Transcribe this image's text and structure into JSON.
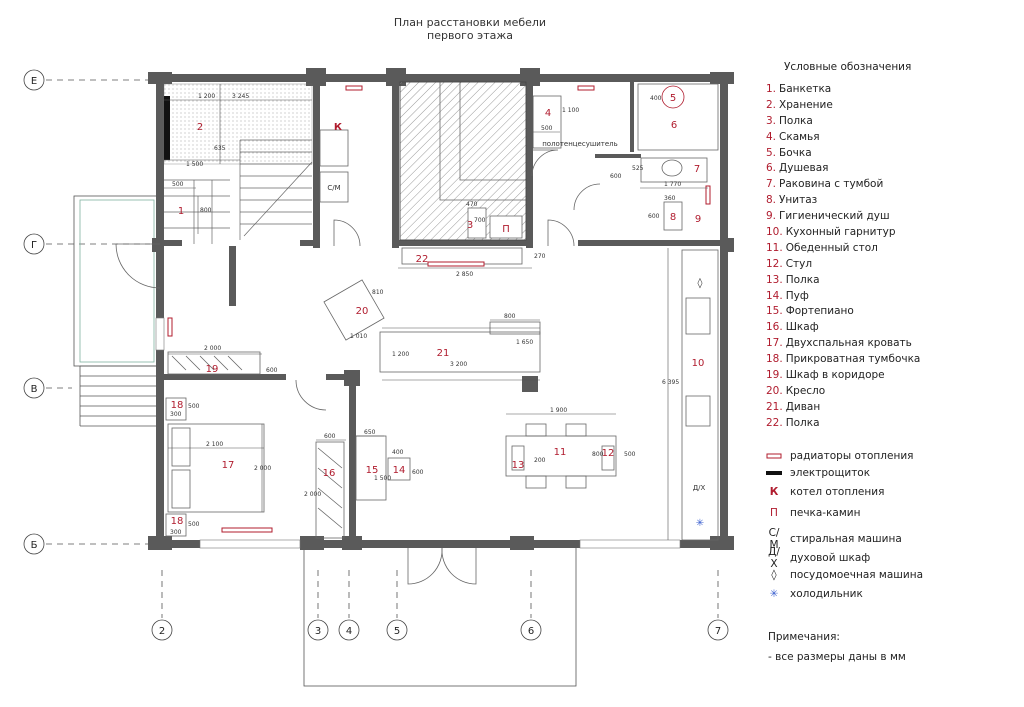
{
  "title": {
    "line1": "План расстановки мебели",
    "line2": "первого этажа"
  },
  "legend": {
    "heading": "Условные обозначения",
    "items": [
      {
        "n": "1.",
        "label": "Банкетка"
      },
      {
        "n": "2.",
        "label": "Хранение"
      },
      {
        "n": "3.",
        "label": "Полка"
      },
      {
        "n": "4.",
        "label": "Скамья"
      },
      {
        "n": "5.",
        "label": "Бочка"
      },
      {
        "n": "6.",
        "label": "Душевая"
      },
      {
        "n": "7.",
        "label": "Раковина с тумбой"
      },
      {
        "n": "8.",
        "label": "Унитаз"
      },
      {
        "n": "9.",
        "label": "Гигиенический душ"
      },
      {
        "n": "10.",
        "label": "Кухонный гарнитур"
      },
      {
        "n": "11.",
        "label": "Обеденный стол"
      },
      {
        "n": "12.",
        "label": "Стул"
      },
      {
        "n": "13.",
        "label": "Полка"
      },
      {
        "n": "14.",
        "label": "Пуф"
      },
      {
        "n": "15.",
        "label": "Фортепиано"
      },
      {
        "n": "16.",
        "label": "Шкаф"
      },
      {
        "n": "17.",
        "label": "Двухспальная кровать"
      },
      {
        "n": "18.",
        "label": "Прикроватная тумбочка"
      },
      {
        "n": "19.",
        "label": "Шкаф в коридоре"
      },
      {
        "n": "20.",
        "label": "Кресло"
      },
      {
        "n": "21.",
        "label": "Диван"
      },
      {
        "n": "22.",
        "label": "Полка"
      }
    ],
    "symbols": [
      {
        "mark": "",
        "label": "радиаторы отопления"
      },
      {
        "mark": "",
        "label": "электрощиток"
      },
      {
        "mark": "К",
        "label": "котел отопления"
      },
      {
        "mark": "П",
        "label": "печка-камин"
      },
      {
        "mark": "С/М",
        "label": "стиральная машина"
      },
      {
        "mark": "Д/Х",
        "label": "духовой шкаф"
      },
      {
        "mark": "◊",
        "label": "посудомоечная машина"
      },
      {
        "mark": "✳",
        "label": "холодильник"
      }
    ]
  },
  "notes": {
    "heading": "Примечания:",
    "text": "- все размеры даны в мм"
  },
  "axes": {
    "rows": [
      "Е",
      "Г",
      "В",
      "Б"
    ],
    "cols": [
      "2",
      "3",
      "4",
      "5",
      "6",
      "7"
    ]
  },
  "rooms": {
    "n1": "1",
    "n2": "2",
    "n3": "3",
    "n4": "4",
    "n5": "5",
    "n6": "6",
    "n7": "7",
    "n8": "8",
    "n9": "9",
    "n10": "10",
    "n11": "11",
    "n12": "12",
    "n13": "13",
    "n14": "14",
    "n15": "15",
    "n16": "16",
    "n17": "17",
    "n18a": "18",
    "n18b": "18",
    "n19": "19",
    "n20": "20",
    "n21": "21",
    "n22": "22",
    "k": "К",
    "p": "П",
    "sm": "С/М",
    "dh": "Д/Х",
    "towel": "полотенцесушитель"
  },
  "dims": {
    "d1200": "1 200",
    "d3245": "3 245",
    "d635": "635",
    "d1500": "1 500",
    "d500a": "500",
    "d800": "800",
    "d1100": "1 100",
    "d500b": "500",
    "d400a": "400",
    "d525": "525",
    "d1770": "1 770",
    "d360": "360",
    "d600a": "600",
    "d600b": "600",
    "d470": "470",
    "d700": "700",
    "d2850": "2 850",
    "d270": "270",
    "d2000a": "2 000",
    "d600c": "600",
    "d1010": "1 010",
    "d810": "810",
    "d800b": "800",
    "d1650": "1 650",
    "d1200b": "1 200",
    "d3200": "3 200",
    "d6395": "6 395",
    "d1900": "1 900",
    "d800c": "800",
    "d500c": "500",
    "d200": "200",
    "d300a": "300",
    "d500d": "500",
    "d2100": "2 100",
    "d2000b": "2 000",
    "d300b": "300",
    "d500e": "500",
    "d650": "650",
    "d1500b": "1 500",
    "d400b": "400",
    "d600d": "600",
    "d600e": "600",
    "d2000c": "2 000"
  }
}
